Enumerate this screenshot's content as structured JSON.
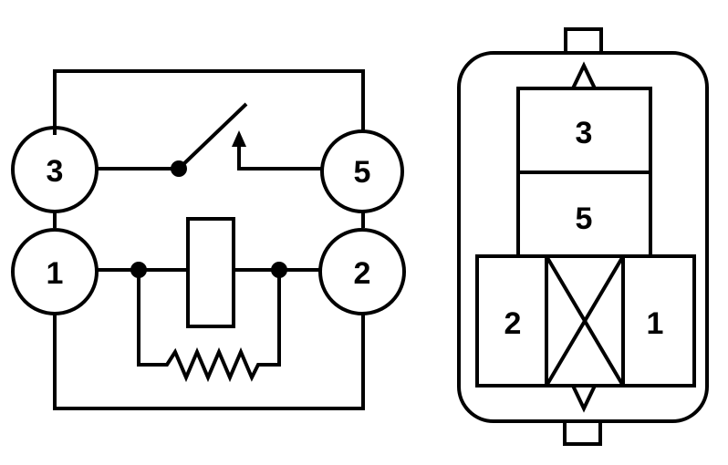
{
  "colors": {
    "line": "#000000",
    "background": "#ffffff"
  },
  "schematic": {
    "terminals": {
      "t3": "3",
      "t5": "5",
      "t1": "1",
      "t2": "2"
    }
  },
  "connector": {
    "cells": {
      "c3": "3",
      "c5": "5",
      "c2": "2",
      "c1": "1"
    }
  }
}
